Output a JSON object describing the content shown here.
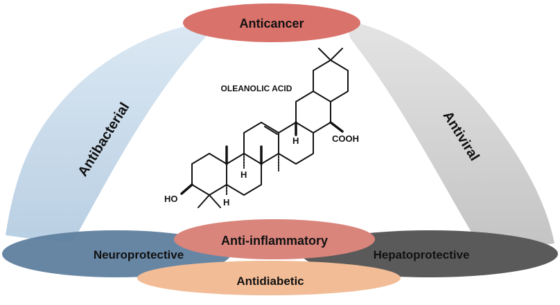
{
  "diagram": {
    "molecule_name": "OLEANOLIC ACID",
    "activities": {
      "top": "Anticancer",
      "left": "Antibacterial",
      "right": "Antiviral",
      "center": "Anti-inflammatory",
      "bottom_left": "Neuroprotective",
      "bottom_right": "Hepatoprotective",
      "bottom": "Antidiabetic"
    },
    "atom_labels": {
      "hydroxyl": "HO",
      "carboxyl": "COOH",
      "hydrogen": "H"
    },
    "colors": {
      "anticancer": "#d9726a",
      "antibacterial_band": "#c9dcec",
      "antiviral_band": "#d3d3d3",
      "neuroprotective": "#5f7f9f",
      "hepatoprotective": "#5a5a5a",
      "anti_inflammatory": "#d9857c",
      "antidiabetic": "#f2bc96"
    }
  }
}
